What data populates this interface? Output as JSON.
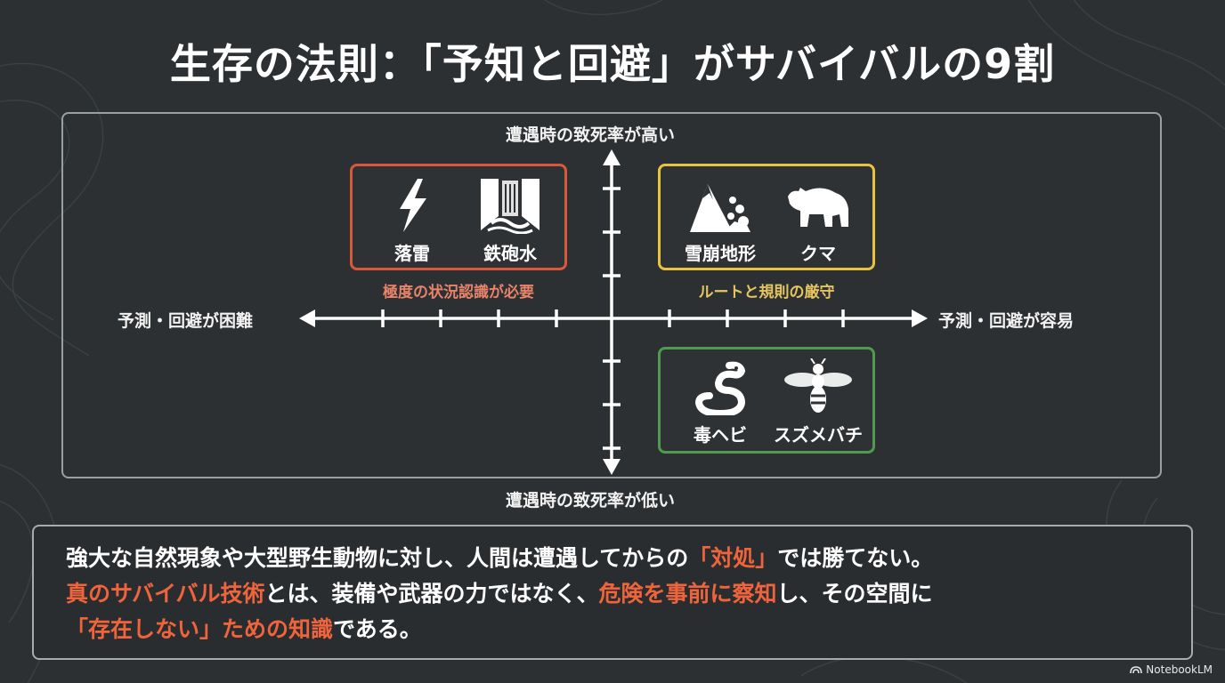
{
  "title": "生存の法則：「予知と回避」がサバイバルの9割",
  "axes": {
    "top": "遭遇時の致死率が高い",
    "bottom": "遭遇時の致死率が低い",
    "left": "予測・回避が困難",
    "right": "予測・回避が容易"
  },
  "quadrants": {
    "top_left": {
      "color": "#d9573a",
      "caption": "極度の状況認識が必要",
      "items": [
        {
          "label": "落雷",
          "icon": "lightning-icon"
        },
        {
          "label": "鉄砲水",
          "icon": "flash-flood-icon"
        }
      ]
    },
    "top_right": {
      "color": "#e8c43c",
      "caption": "ルートと規則の厳守",
      "items": [
        {
          "label": "雪崩地形",
          "icon": "avalanche-icon"
        },
        {
          "label": "クマ",
          "icon": "bear-icon"
        }
      ]
    },
    "bottom_right": {
      "color": "#4f9a4e",
      "items": [
        {
          "label": "毒ヘビ",
          "icon": "snake-icon"
        },
        {
          "label": "スズメバチ",
          "icon": "hornet-icon"
        }
      ]
    }
  },
  "summary": {
    "line1_a": "強大な自然現象や大型野生動物に対し、人間は遭遇してからの",
    "line1_hl": "「対処」",
    "line1_b": "では勝てない。",
    "line2_hl1": "真のサバイバル技術",
    "line2_a": "とは、装備や武器の力ではなく、",
    "line2_hl2": "危険を事前に察知",
    "line2_b": "し、その空間に",
    "line3_hl": "「存在しない」ための知識",
    "line3_a": "である。",
    "highlight_color": "#f0643c"
  },
  "branding": "NotebookLM"
}
